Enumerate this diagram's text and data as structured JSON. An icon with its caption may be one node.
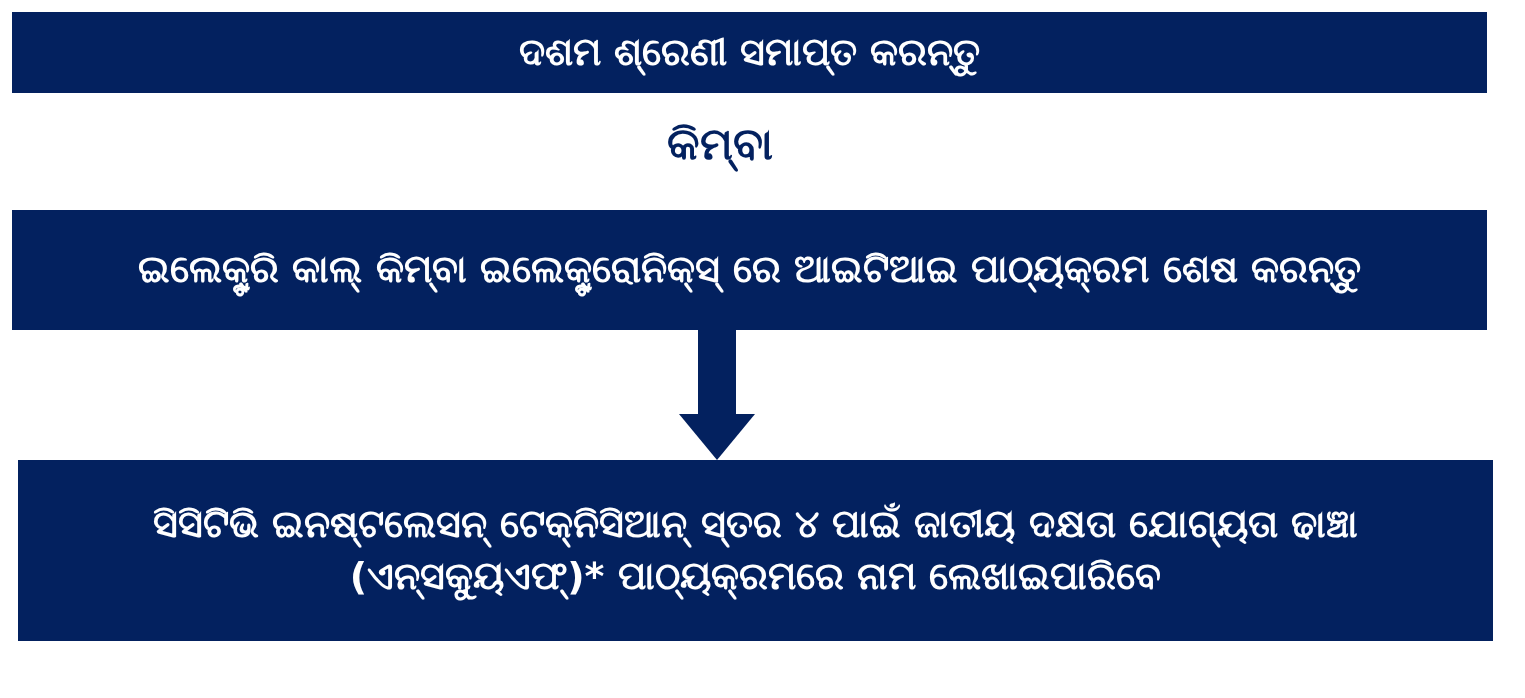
{
  "diagram": {
    "nodes": [
      {
        "text": [
          "ଦଶମ ଶ୍ରେଣୀ ସମାପ୍ତ କରନ୍ତୁ"
        ]
      },
      {
        "text": [
          "ଇଲେକ୍ଟ୍ରି କାଲ୍ କିମ୍ବା ଇଲେକ୍ଟ୍ରୋନିକ୍ସ୍ ରେ ଆଇଟିଆଇ ପାଠ୍ୟକ୍ରମ ଶେଷ କରନ୍ତୁ"
        ]
      },
      {
        "text": [
          "ସିସିଟିଭି ଇନଷ୍ଟଲେସନ୍ ଟେକ୍ନିସିଆନ୍ ସ୍ତର ୪ ପାଇଁ ଜାତୀୟ ଦକ୍ଷତା ଯୋଗ୍ୟତା ଢାଞ୍ଚା (ଏନ୍ସକ୍ୟୁଏଫ୍)* ପାଠ୍ୟକ୍ରମରେ ନାମ ଲେଖାଇପାରିବେ"
        ]
      }
    ],
    "edges": [
      {
        "from": 1,
        "to": 2,
        "arrow": "to"
      }
    ],
    "labels": [
      "କିମ୍ବା"
    ]
  }
}
